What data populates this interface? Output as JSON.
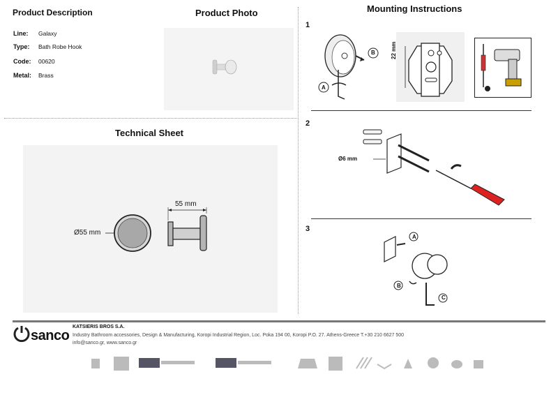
{
  "product_description": {
    "heading": "Product Description",
    "specs": [
      {
        "key": "Line:",
        "value": "Galaxy"
      },
      {
        "key": "Type:",
        "value": "Bath Robe Hook"
      },
      {
        "key": "Code:",
        "value": "00620"
      },
      {
        "key": "Metal:",
        "value": "Brass"
      }
    ]
  },
  "product_photo": {
    "heading": "Product Photo"
  },
  "technical_sheet": {
    "heading": "Technical Sheet",
    "diameter_label": "Ø55 mm",
    "depth_label": "55 mm"
  },
  "mounting": {
    "heading": "Mounting Instructions",
    "steps": [
      "1",
      "2",
      "3"
    ],
    "step1": {
      "a": "A",
      "b": "B",
      "dim": "22 mm"
    },
    "step2": {
      "dim": "Ø6 mm"
    },
    "step3": {
      "a": "A",
      "b": "B",
      "c": "C"
    }
  },
  "footer": {
    "logo_text": "sanco",
    "company": "KATSIERIS BROS S.A.",
    "line1": "Industry Bathroom accessories, Design & Manufacturing, Koropi Industrial Region, Loc. Poka 194 00, Koropi P.O. 27. Athens-Greece   T.+30 210 6627 500",
    "line2": "info@sanco.gr, www.sanco.gr"
  }
}
